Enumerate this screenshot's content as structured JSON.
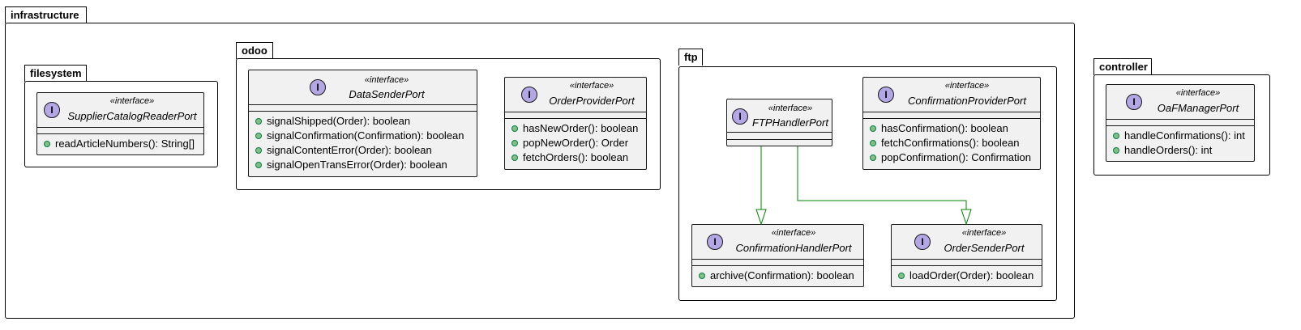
{
  "packages": {
    "infrastructure": "infrastructure",
    "filesystem": "filesystem",
    "odoo": "odoo",
    "ftp": "ftp",
    "controller": "controller"
  },
  "classes": {
    "supplier_catalog_reader_port": {
      "stereotype": "«interface»",
      "icon": "I",
      "name": "SupplierCatalogReaderPort",
      "members": [
        "readArticleNumbers(): String[]"
      ]
    },
    "data_sender_port": {
      "stereotype": "«interface»",
      "icon": "I",
      "name": "DataSenderPort",
      "members": [
        "signalShipped(Order): boolean",
        "signalConfirmation(Confirmation): boolean",
        "signalContentError(Order): boolean",
        "signalOpenTransError(Order): boolean"
      ]
    },
    "order_provider_port": {
      "stereotype": "«interface»",
      "icon": "I",
      "name": "OrderProviderPort",
      "members": [
        "hasNewOrder(): boolean",
        "popNewOrder(): Order",
        "fetchOrders(): boolean"
      ]
    },
    "ftp_handler_port": {
      "stereotype": "«interface»",
      "icon": "I",
      "name": "FTPHandlerPort",
      "members": []
    },
    "confirmation_provider_port": {
      "stereotype": "«interface»",
      "icon": "I",
      "name": "ConfirmationProviderPort",
      "members": [
        "hasConfirmation(): boolean",
        "fetchConfirmations(): boolean",
        "popConfirmation(): Confirmation"
      ]
    },
    "confirmation_handler_port": {
      "stereotype": "«interface»",
      "icon": "I",
      "name": "ConfirmationHandlerPort",
      "members": [
        "archive(Confirmation): boolean"
      ]
    },
    "order_sender_port": {
      "stereotype": "«interface»",
      "icon": "I",
      "name": "OrderSenderPort",
      "members": [
        "loadOrder(Order): boolean"
      ]
    },
    "oaf_manager_port": {
      "stereotype": "«interface»",
      "icon": "I",
      "name": "OaFManagerPort",
      "members": [
        "handleConfirmations(): int",
        "handleOrders(): int"
      ]
    }
  },
  "colors": {
    "icon_fill": "#b4a7e5",
    "class_fill": "#f1f1f1",
    "edge": "#008000",
    "member_dot": "#84be84"
  }
}
